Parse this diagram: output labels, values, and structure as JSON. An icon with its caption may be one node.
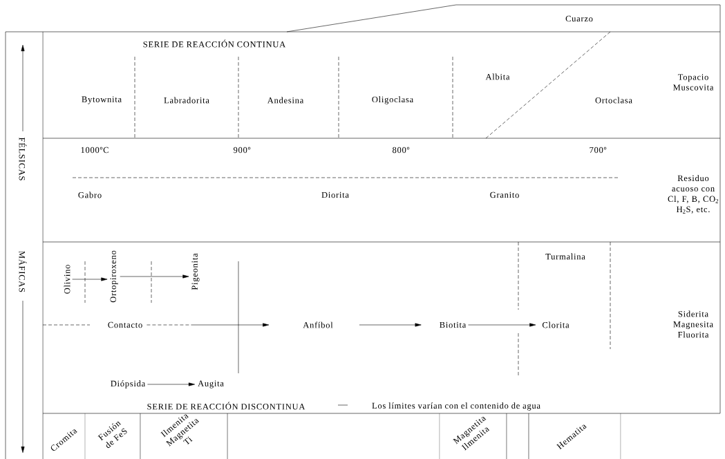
{
  "diagram": {
    "nodes": [
      {
        "text": [
          "Olivino"
        ]
      },
      {
        "text": [
          "Ortopiroxeno"
        ]
      },
      {
        "text": [
          "Pigeonita"
        ]
      },
      {
        "text": [
          "Contacto"
        ]
      },
      {
        "text": [
          "Anfíbol"
        ]
      },
      {
        "text": [
          "Biotita"
        ]
      },
      {
        "text": [
          "Clorita"
        ]
      },
      {
        "text": [
          "Diópsida"
        ]
      },
      {
        "text": [
          "Augita"
        ]
      }
    ],
    "edges": [
      {
        "from": 0,
        "to": 1,
        "arrow": "to"
      },
      {
        "from": 1,
        "to": 2,
        "arrow": "to"
      },
      {
        "from": 3,
        "to": 4,
        "arrow": "to",
        "style": "dashed"
      },
      {
        "from": 4,
        "to": 5,
        "arrow": "to"
      },
      {
        "from": 5,
        "to": 6,
        "arrow": "to"
      },
      {
        "from": 7,
        "to": 8,
        "arrow": "to"
      }
    ],
    "labels": [
      "Cuarzo",
      "SERIE DE REACCIÓN CONTINUA",
      "Bytownita",
      "Labradorita",
      "Andesina",
      "Oligoclasa",
      "Albita",
      "Ortoclasa",
      "Topacio Muscovita",
      "FÉLSICAS",
      "1000ºC",
      "900º",
      "800º",
      "700º",
      "Gabro",
      "Diorita",
      "Granito",
      "Residuo acuoso con Cl, F, B, CO$_{2}$ H$_{2}$S, etc.",
      "MÁFICAS",
      "Turmalina",
      "Siderita Magnesita Fluorita",
      "SERIE DE REACCIÓN DISCONTINUA",
      "Los límites varían con el contenido de agua",
      "Cromita",
      "Fusión de FeS",
      "Ilmenita Magnetita Ti",
      "Magnetita Ilmenita",
      "Hematita"
    ]
  }
}
